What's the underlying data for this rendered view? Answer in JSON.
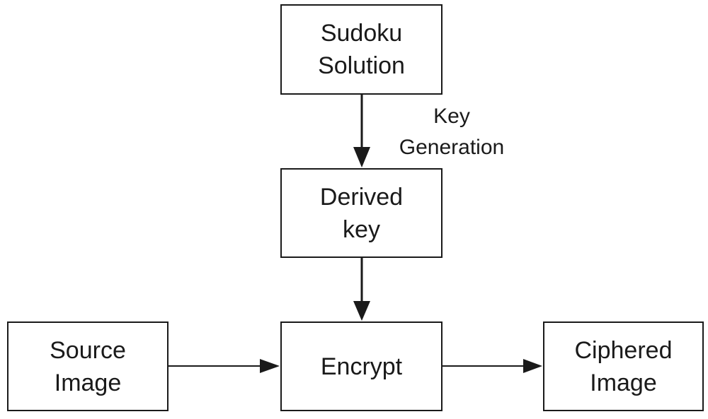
{
  "nodes": {
    "sudoku_solution": {
      "line1": "Sudoku",
      "line2": "Solution"
    },
    "derived_key": {
      "line1": "Derived",
      "line2": "key"
    },
    "encrypt": {
      "line1": "Encrypt"
    },
    "source_image": {
      "line1": "Source",
      "line2": "Image"
    },
    "ciphered_image": {
      "line1": "Ciphered",
      "line2": "Image"
    }
  },
  "edges": {
    "key_generation": {
      "line1": "Key",
      "line2": "Generation"
    }
  }
}
